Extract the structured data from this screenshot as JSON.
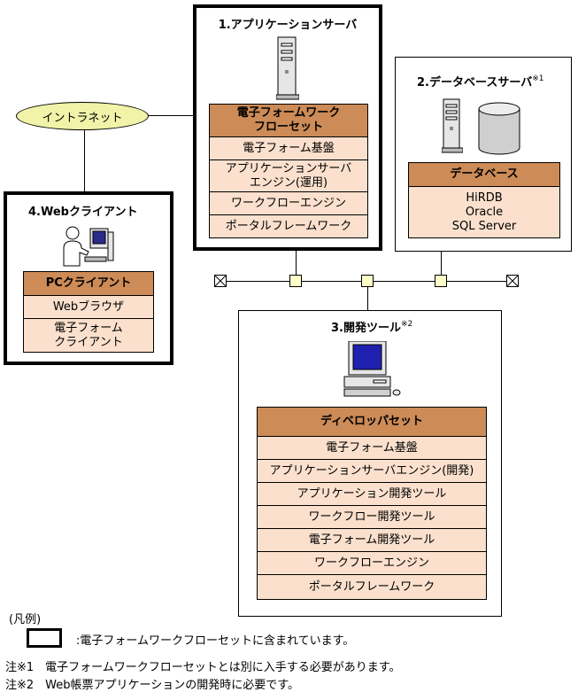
{
  "app_server": {
    "title": "1.アプリケーションサーバ",
    "items": [
      "電子フォームワーク\nフローセット",
      "電子フォーム基盤",
      "アプリケーションサーバ\nエンジン(運用)",
      "ワークフローエンジン",
      "ポータルフレームワーク"
    ]
  },
  "db_server": {
    "title": "2.データベースサーバ",
    "note": "※1",
    "items": [
      "データベース",
      "HiRDB\nOracle\nSQL Server"
    ]
  },
  "dev_tool": {
    "title": "3.開発ツール",
    "note": "※2",
    "items": [
      "ディベロッパセット",
      "電子フォーム基盤",
      "アプリケーションサーバエンジン(開発)",
      "アプリケーション開発ツール",
      "ワークフロー開発ツール",
      "電子フォーム開発ツール",
      "ワークフローエンジン",
      "ポータルフレームワーク"
    ]
  },
  "web_client": {
    "title": "4.Webクライアント",
    "items": [
      "PCクライアント",
      "Webブラウザ",
      "電子フォーム\nクライアント"
    ]
  },
  "intranet": {
    "label": "イントラネット"
  },
  "legend": {
    "heading": "(凡例)",
    "text": ":電子フォームワークフローセットに含まれています。"
  },
  "notes": [
    "注※1　電子フォームワークフローセットとは別に入手する必要があります。",
    "注※2　Web帳票アプリケーションの開発時に必要です。"
  ],
  "icons": {
    "server": "server-tower-icon",
    "database": "database-cylinder-icon",
    "desktop": "desktop-computer-icon",
    "user": "user-at-pc-icon",
    "terminator": "network-terminator-icon",
    "node": "network-node-icon"
  },
  "colors": {
    "header_fill": "#cc8b57",
    "item_fill": "#fae0cd",
    "intranet_fill": "#f0f3a8",
    "node_fill": "#ffffc8"
  }
}
